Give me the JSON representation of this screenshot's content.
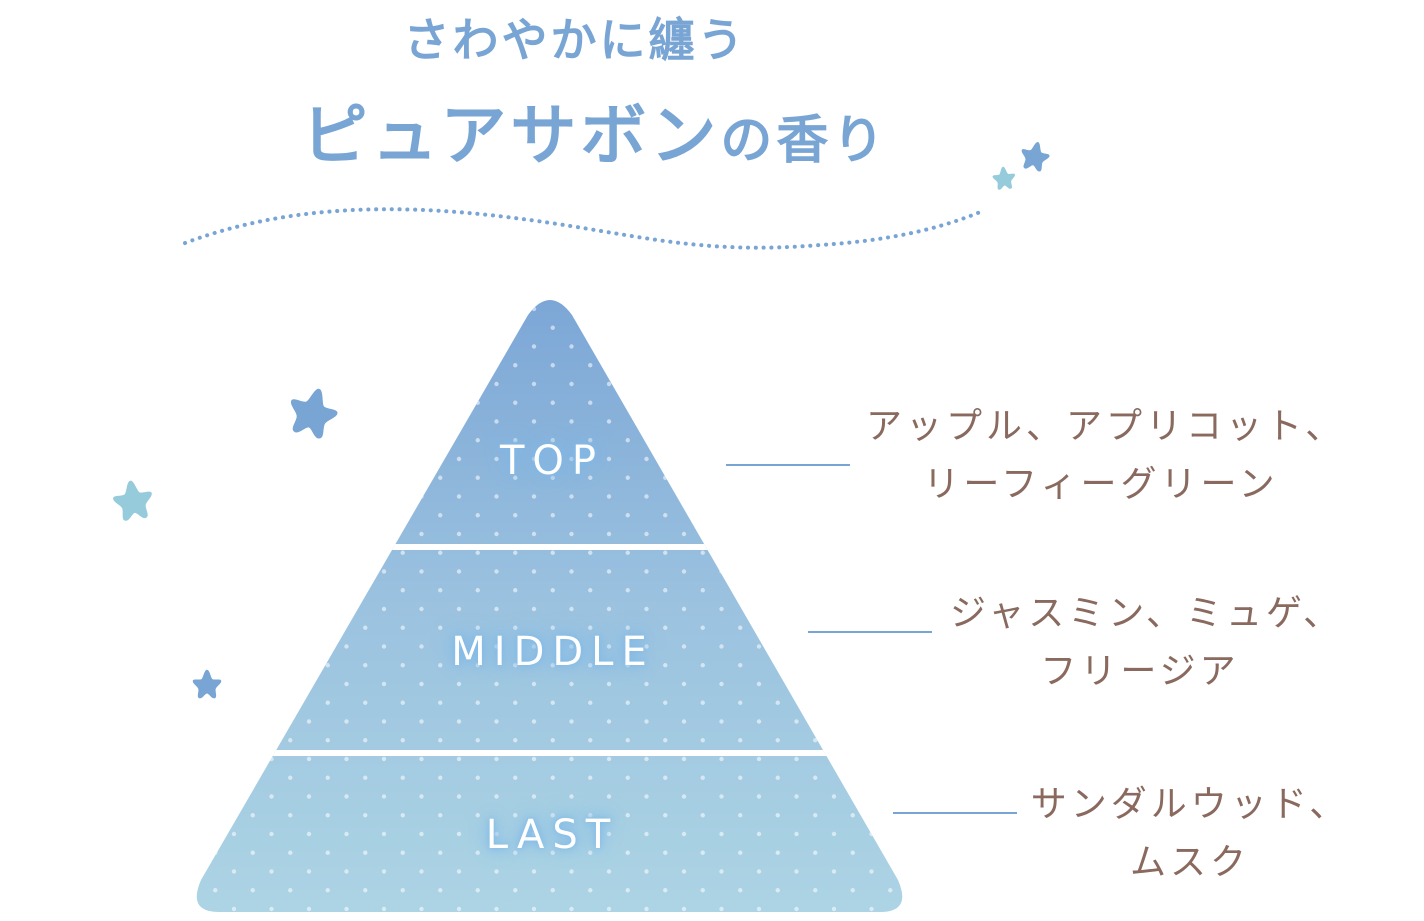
{
  "title": {
    "subtitle": "さわやかに纏う",
    "main": "ピュアサボン",
    "main_suffix": "の香り"
  },
  "colors": {
    "title": "#78a5d4",
    "accent_line": "#78a5d4",
    "note_text": "#8a6a5f",
    "pyramid_top": "#7ca6d6",
    "pyramid_bottom": "#acd4e4",
    "star_dark": "#78a5d4",
    "star_light": "#96cbdb"
  },
  "pyramid": {
    "tiers": [
      {
        "label": "TOP",
        "notes_line1": "アップル、アプリコット、",
        "notes_line2": "リーフィーグリーン"
      },
      {
        "label": "MIDDLE",
        "notes_line1": "ジャスミン、ミュゲ、",
        "notes_line2": "フリージア"
      },
      {
        "label": "LAST",
        "notes_line1": "サンダルウッド、",
        "notes_line2": "ムスク"
      }
    ]
  },
  "decorations": {
    "stars": [
      "star-icon",
      "star-icon",
      "star-icon",
      "star-icon",
      "star-icon"
    ],
    "dotted_wave": "dotted-wave-line"
  }
}
